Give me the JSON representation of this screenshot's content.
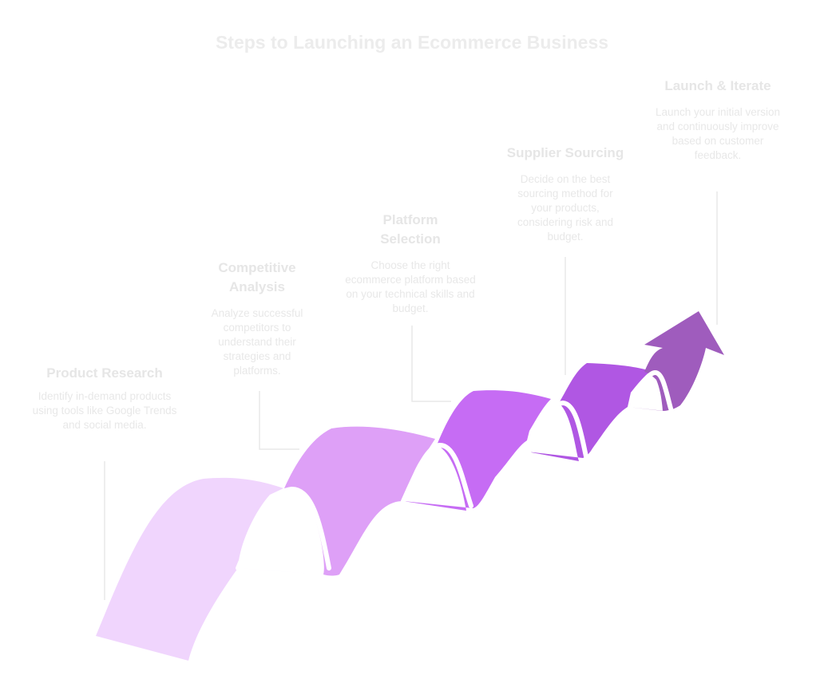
{
  "title": "Steps to Launching an Ecommerce Business",
  "colors": {
    "step1": "#f0d5fd",
    "step2": "#dea0f7",
    "step3": "#c66cf4",
    "step4": "#b057e3",
    "step5": "#9f5cbd",
    "connector": "#e9e9e9",
    "text": "#e6e6e6"
  },
  "steps": [
    {
      "title": "Product Research",
      "description": "Identify in-demand products using tools like Google Trends and social media."
    },
    {
      "title": "Competitive Analysis",
      "description": "Analyze successful competitors to understand their strategies and platforms."
    },
    {
      "title": "Platform Selection",
      "description": "Choose the right ecommerce platform based on your technical skills and budget."
    },
    {
      "title": "Supplier Sourcing",
      "description": "Decide on the best sourcing method for your products, considering risk and budget."
    },
    {
      "title": "Launch & Iterate",
      "description": "Launch your initial version and continuously improve based on customer feedback."
    }
  ]
}
